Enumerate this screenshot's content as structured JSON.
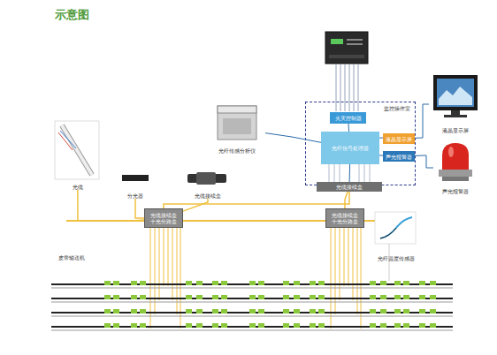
{
  "diagram": {
    "title": "示意图",
    "nodes": [
      {
        "text": [
          "监控操作室"
        ]
      },
      {
        "text": [
          "火灾控制器"
        ],
        "in": 0
      },
      {
        "text": [
          "光纤信号处理器"
        ],
        "in": 0
      },
      {
        "text": [
          "液晶显示屏"
        ],
        "in": 0
      },
      {
        "text": [
          "声光报警器"
        ],
        "in": 0
      },
      {
        "text": [
          "光缆接续盒"
        ]
      },
      {
        "text": [
          "光纤传感分析仪"
        ]
      },
      {
        "text": [
          "液晶显示屏"
        ]
      },
      {
        "text": [
          "声光报警器"
        ]
      },
      {
        "text": [
          "光缆"
        ]
      },
      {
        "text": [
          "分光器"
        ]
      },
      {
        "text": [
          "光缆接续盒"
        ]
      },
      {
        "text": [
          "光缆接续盒",
          "十光分路盒"
        ]
      },
      {
        "text": [
          "光缆接续盒",
          "十光分路盒"
        ]
      },
      {
        "text": [
          "光纤温度传感器"
        ]
      }
    ],
    "edges": [
      {
        "from": 6,
        "to": 2,
        "arrow": "none"
      },
      {
        "from": 1,
        "to": 2,
        "arrow": "none"
      },
      {
        "from": 2,
        "to": 3,
        "arrow": "none"
      },
      {
        "from": 2,
        "to": 4,
        "arrow": "none"
      },
      {
        "from": 3,
        "to": 7,
        "arrow": "none"
      },
      {
        "from": 4,
        "to": 8,
        "arrow": "none"
      },
      {
        "from": 2,
        "to": 5,
        "arrow": "none"
      },
      {
        "from": 5,
        "to": 12,
        "arrow": "none"
      },
      {
        "from": 5,
        "to": 13,
        "arrow": "none"
      },
      {
        "from": 10,
        "to": 12,
        "arrow": "none"
      },
      {
        "from": 11,
        "to": 12,
        "arrow": "none"
      },
      {
        "from": 9,
        "to": 12,
        "arrow": "none"
      }
    ],
    "labels": [
      "皮带输送机"
    ]
  }
}
